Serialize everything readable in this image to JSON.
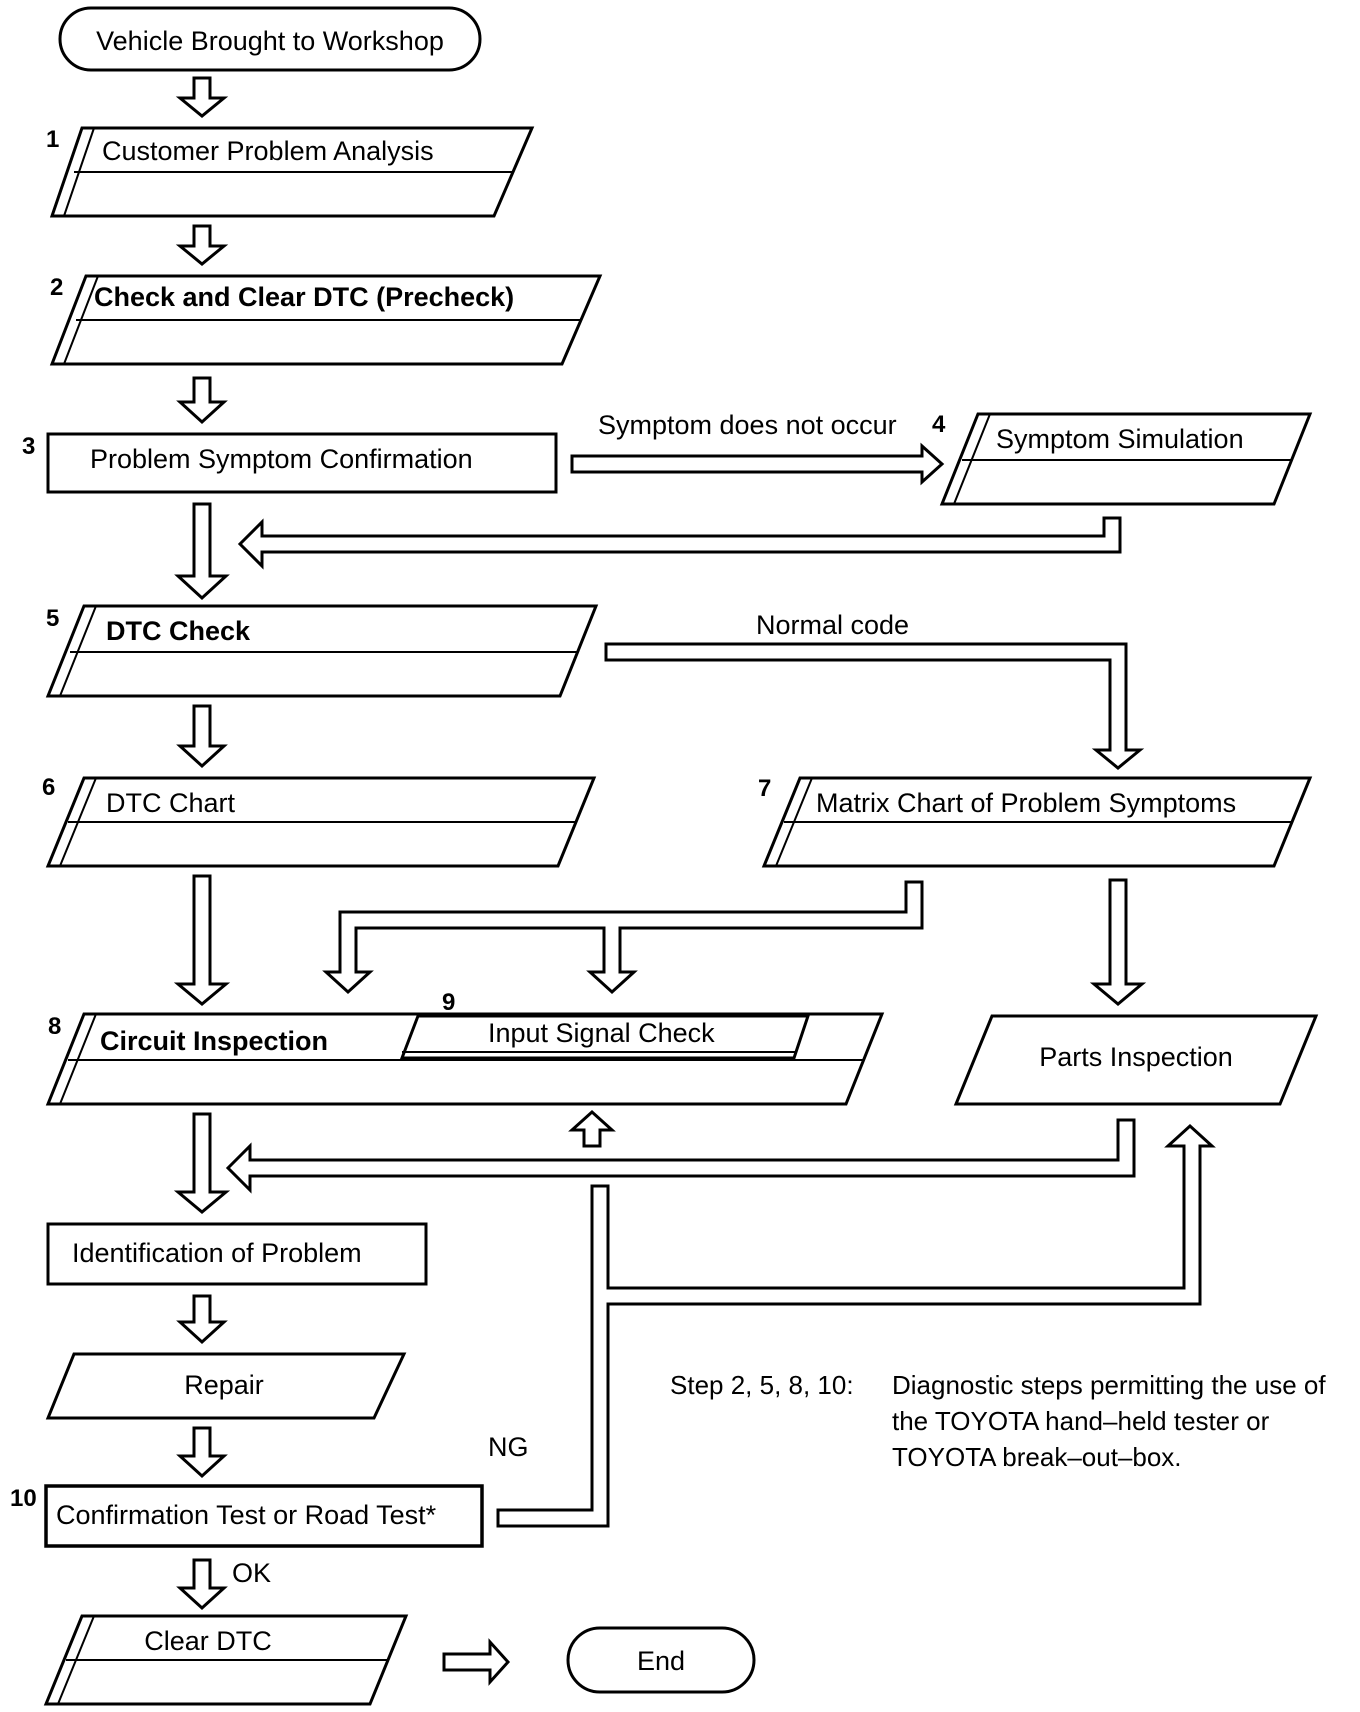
{
  "nodes": {
    "start": "Vehicle Brought to Workshop",
    "s1": {
      "num": "1",
      "label": "Customer Problem Analysis"
    },
    "s2": {
      "num": "2",
      "label": "Check and Clear DTC (Precheck)"
    },
    "s3": {
      "num": "3",
      "label": "Problem Symptom Confirmation"
    },
    "s4": {
      "num": "4",
      "label": "Symptom Simulation"
    },
    "s5": {
      "num": "5",
      "label": "DTC Check"
    },
    "s6": {
      "num": "6",
      "label": "DTC Chart"
    },
    "s7": {
      "num": "7",
      "label": "Matrix Chart of Problem Symptoms"
    },
    "s8": {
      "num": "8",
      "label": "Circuit Inspection"
    },
    "s9": {
      "num": "9",
      "label": "Input Signal Check"
    },
    "parts": "Parts Inspection",
    "ident": "Identification of Problem",
    "repair": "Repair",
    "s10": {
      "num": "10",
      "label": "Confirmation Test or Road Test*"
    },
    "clear": "Clear DTC",
    "end": "End"
  },
  "edges": {
    "symptom_not_occur": "Symptom does not occur",
    "normal_code": "Normal code",
    "ng": "NG",
    "ok": "OK"
  },
  "note": {
    "label": "Step 2, 5, 8, 10:",
    "line1": "Diagnostic steps permitting the use of",
    "line2": "the TOYOTA hand–held tester or",
    "line3": "TOYOTA break–out–box."
  }
}
